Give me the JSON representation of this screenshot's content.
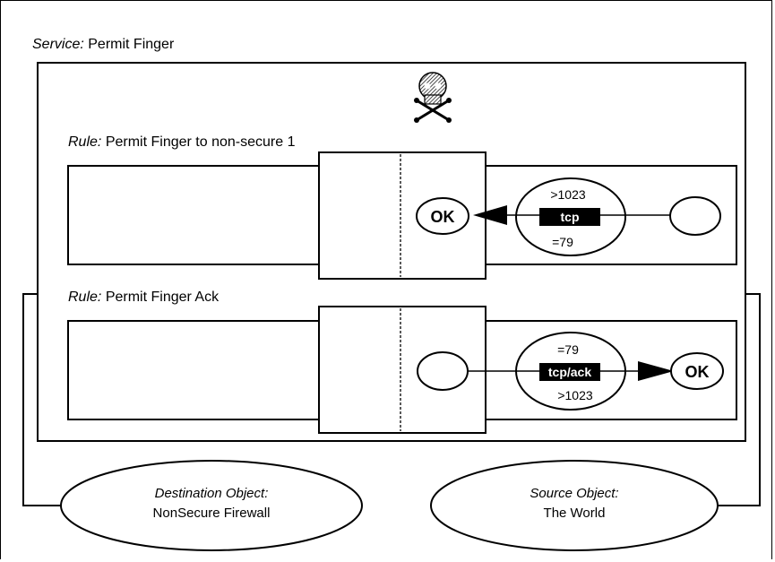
{
  "service": {
    "label": "Service:",
    "name": "Permit Finger"
  },
  "rules": [
    {
      "label": "Rule:",
      "name": "Permit Finger to non-secure 1",
      "protocol": "tcp",
      "port_top": ">1023",
      "port_bottom": "=79",
      "ok": "OK"
    },
    {
      "label": "Rule:",
      "name": "Permit Finger Ack",
      "protocol": "tcp/ack",
      "port_top": "=79",
      "port_bottom": ">1023",
      "ok": "OK"
    }
  ],
  "destination": {
    "title": "Destination Object:",
    "name": "NonSecure Firewall"
  },
  "source": {
    "title": "Source Object:",
    "name": "The World"
  },
  "icons": {
    "security": "skull-crossbones-icon"
  }
}
